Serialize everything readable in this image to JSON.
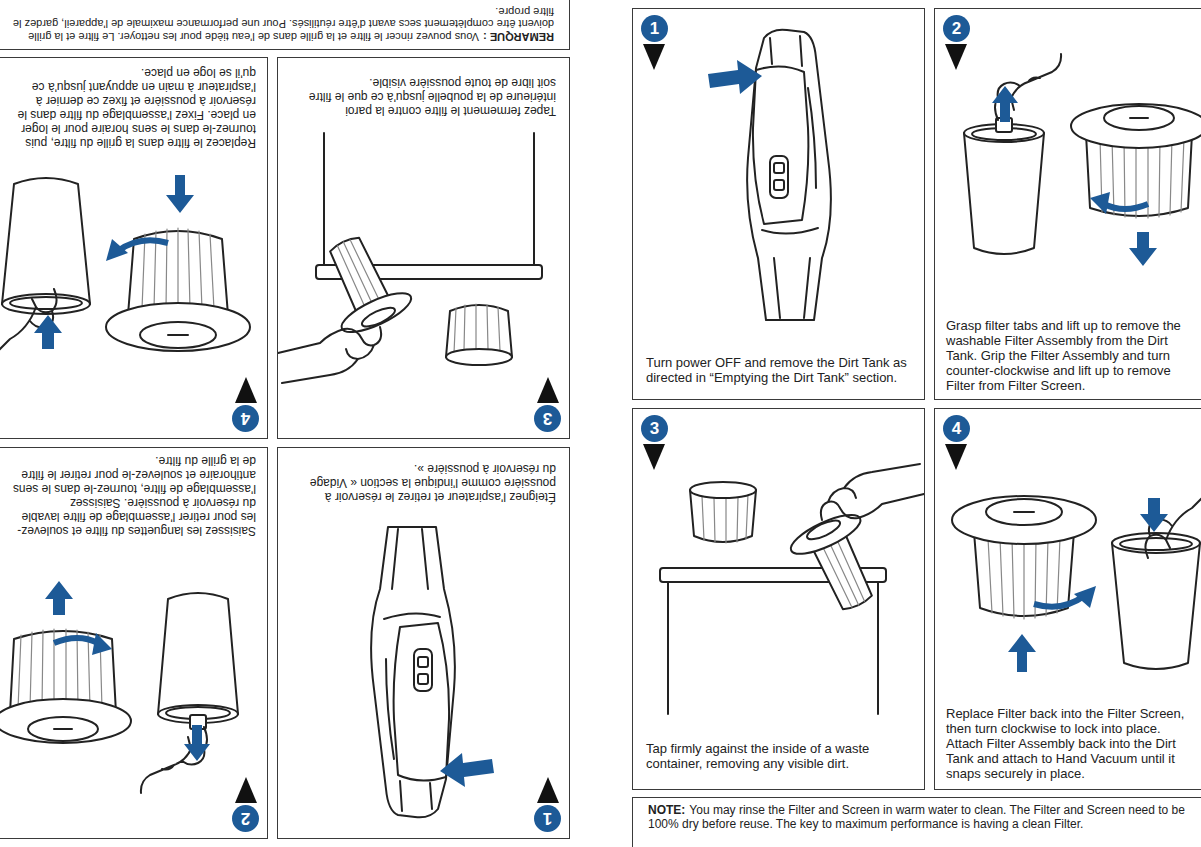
{
  "diagram": {
    "nodes": [
      {
        "text": [
          "1",
          "Turn power OFF and remove the Dirt Tank as directed in “Emptying the Dirt Tank” section."
        ]
      },
      {
        "text": [
          "2",
          "Grasp filter tabs and lift up to remove the washable Filter Assembly from the Dirt Tank. Grip the Filter Assembly and turn counter-clockwise and lift up to remove Filter from Filter Screen."
        ]
      },
      {
        "text": [
          "3",
          "Tap firmly against the inside of a waste container, removing any visible dirt."
        ]
      },
      {
        "text": [
          "4",
          "Replace Filter back into the Filter Screen, then turn clockwise to lock into place. Attach Filter Assembly back into the Dirt Tank and attach to Hand Vacuum until it snaps securely in place."
        ]
      },
      {
        "text": [
          "NOTE:",
          "You may rinse the Filter and Screen in warm water to clean. The Filter and Screen need to be 100% dry before reuse. The key to maximum performance is having a clean Filter."
        ]
      },
      {
        "text": [
          "1",
          "Éteignez l'aspirateur et retirez le réservoir à poussière comme l'indique la section « Vidage du réservoir à poussière »."
        ]
      },
      {
        "text": [
          "2",
          "Saisissez les languettes du filtre et soulevez-les pour retirer l'assemblage de filtre lavable du réservoir à poussière. Saisissez l'assemblage de filtre, tournez-le dans le sens antihoraire et soulevez-le pour retirer le filtre de la grille du filtre."
        ]
      },
      {
        "text": [
          "3",
          "Tapez fermement le filtre contre la paroi intérieure de la poubelle jusqu'à ce que le filtre soit libre de toute poussière visible."
        ]
      },
      {
        "text": [
          "4",
          "Replacez le filtre dans la grille du filtre, puis tournez-le dans le sens horaire pour le loger en place. Fixez l'assemblage du filtre dans le réservoir à poussière et fixez ce dernier à l'aspirateur à main en appuyant jusqu'à ce qu'il se loge en place."
        ]
      },
      {
        "text": [
          "REMARQUE :",
          "Vous pouvez rincer le filtre et la grille dans de l'eau tiède pour les nettoyer. Le filtre et la grille doivent être complètement secs avant d'être réutilisés. Pour une performance maximale de l'appareil, gardez le filtre propre."
        ]
      }
    ]
  }
}
